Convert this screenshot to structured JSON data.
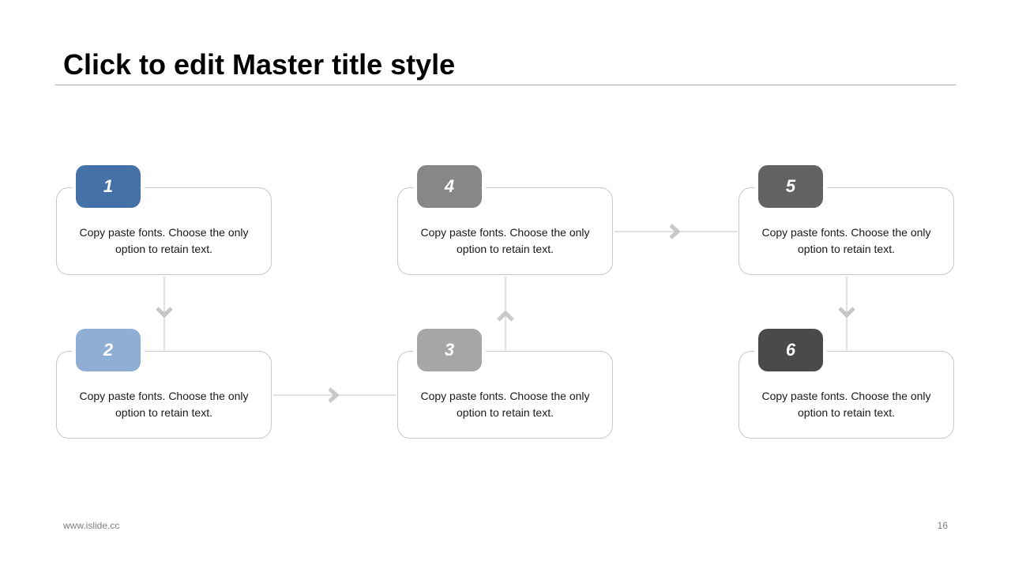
{
  "slide": {
    "title": "Click to edit Master title style",
    "footer_url": "www.islide.cc",
    "page_number": "16"
  },
  "steps": [
    {
      "number": "1",
      "text": "Copy paste fonts. Choose the only option to retain text.",
      "color": "#4472a8"
    },
    {
      "number": "2",
      "text": "Copy paste fonts. Choose the only option to retain text.",
      "color": "#8eafd3"
    },
    {
      "number": "3",
      "text": "Copy paste fonts. Choose the only option to retain text.",
      "color": "#a6a6a6"
    },
    {
      "number": "4",
      "text": "Copy paste fonts. Choose the only option to retain text.",
      "color": "#878787"
    },
    {
      "number": "5",
      "text": "Copy paste fonts. Choose the only option to retain text.",
      "color": "#636363"
    },
    {
      "number": "6",
      "text": "Copy paste fonts. Choose the only option to retain text.",
      "color": "#4a4a4a"
    }
  ],
  "connector_color": "#c8c8c8"
}
